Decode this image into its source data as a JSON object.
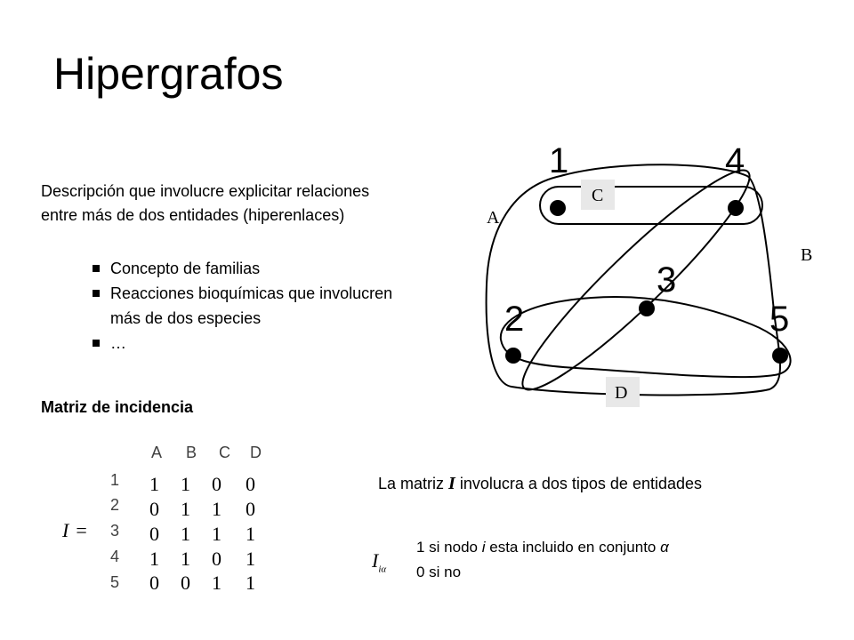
{
  "slide": {
    "title": "Hipergrafos",
    "description": "Descripción que involucre explicitar relaciones entre más de dos entidades (hiperenlaces)",
    "bullets": [
      "Concepto de familias",
      "Reacciones bioquímicas que involucren más de dos especies",
      "…"
    ],
    "matrix_title": "Matriz de incidencia",
    "matrix": {
      "lhs_symbol": "I",
      "equals": "=",
      "columns": [
        "A",
        "B",
        "C",
        "D"
      ],
      "rows": [
        "1",
        "2",
        "3",
        "4",
        "5"
      ],
      "values": [
        [
          1,
          1,
          0,
          0
        ],
        [
          0,
          1,
          1,
          0
        ],
        [
          0,
          1,
          1,
          1
        ],
        [
          1,
          1,
          0,
          1
        ],
        [
          0,
          0,
          1,
          1
        ]
      ]
    },
    "note": {
      "prefix": "La matriz ",
      "symbol": "I",
      "suffix": " involucra a dos tipos de entidades"
    },
    "definition": {
      "symbol": "I",
      "subscript": "iα",
      "line1_a": "1 si nodo ",
      "line1_i": "i",
      "line1_b": " esta incluido en conjunto ",
      "line1_alpha": "α",
      "line2": "0 si no"
    }
  },
  "diagram": {
    "nodes": [
      "1",
      "4",
      "3",
      "2",
      "5"
    ],
    "sets": [
      "A",
      "B",
      "C",
      "D"
    ]
  }
}
